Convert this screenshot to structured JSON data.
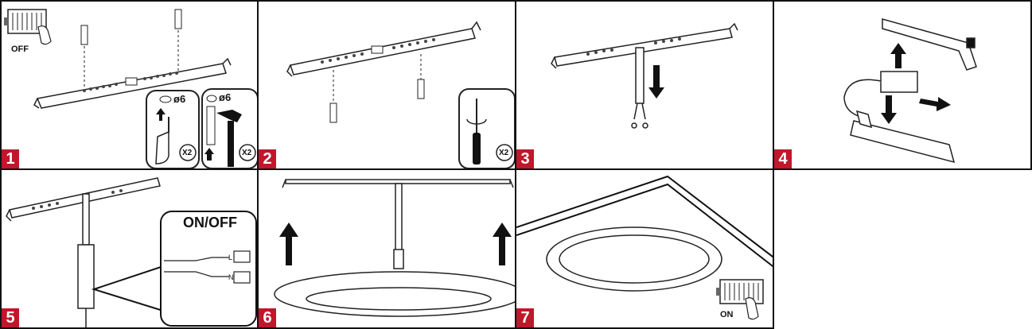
{
  "panels": [
    {
      "number": "1",
      "switch_label": "OFF",
      "drill_size": "ø6",
      "anchor_size": "ø6",
      "drill_qty": "X2",
      "hammer_qty": "X2"
    },
    {
      "number": "2",
      "screw_qty": "X2"
    },
    {
      "number": "3"
    },
    {
      "number": "4"
    },
    {
      "number": "5",
      "callout_title": "ON/OFF",
      "terminal_l": "L",
      "terminal_n": "N"
    },
    {
      "number": "6"
    },
    {
      "number": "7",
      "switch_label": "ON"
    }
  ]
}
